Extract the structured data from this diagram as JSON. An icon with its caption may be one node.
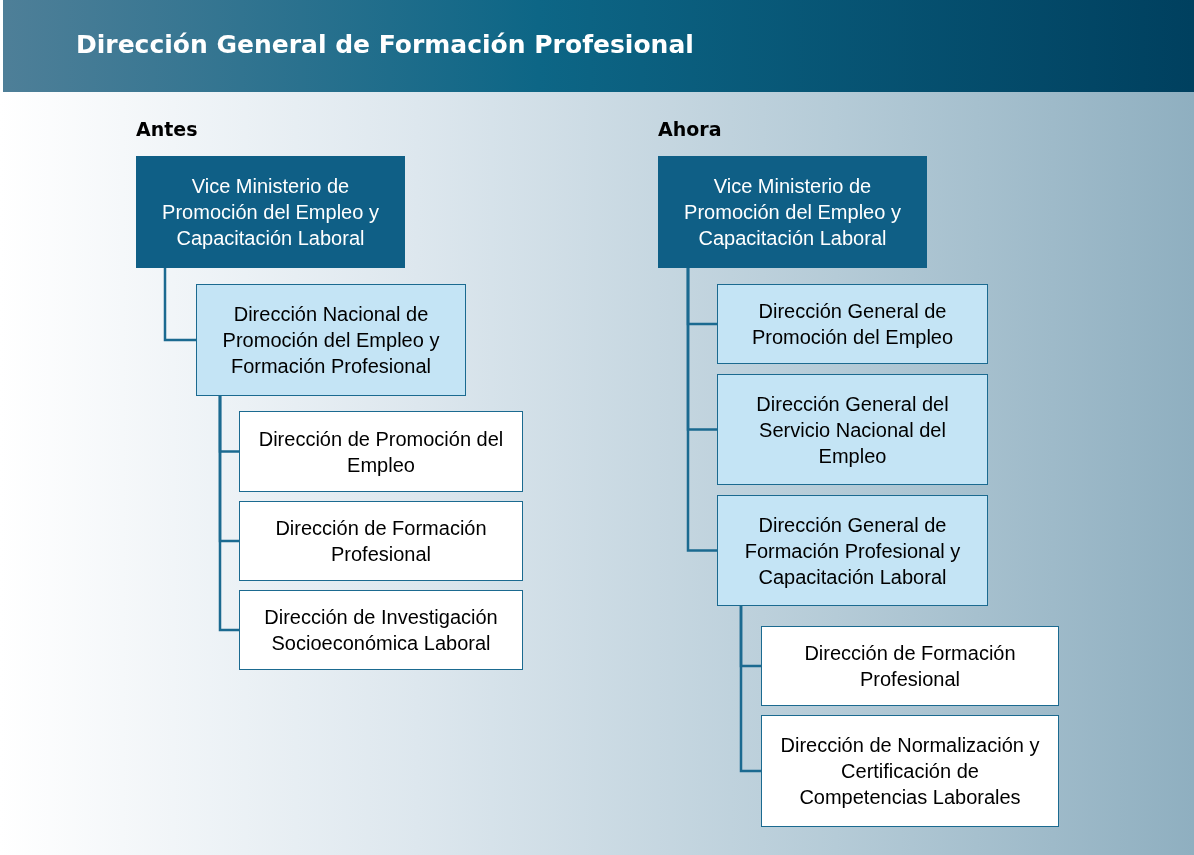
{
  "diagram": {
    "title": "Dirección General de Formación Profesional",
    "nodes": [
      {
        "text": [
          "Vice Ministerio de Promoción del Empleo y Capacitación Laboral"
        ]
      },
      {
        "text": [
          "Dirección Nacional de Promoción del Empleo y Formación Profesional"
        ]
      },
      {
        "text": [
          "Dirección de Promoción del Empleo"
        ]
      },
      {
        "text": [
          "Dirección de Formación Profesional"
        ]
      },
      {
        "text": [
          "Dirección de Investigación Socioeconómica Laboral"
        ]
      },
      {
        "text": [
          "Vice Ministerio de Promoción del Empleo y Capacitación Laboral"
        ]
      },
      {
        "text": [
          "Dirección General de Promoción del Empleo"
        ]
      },
      {
        "text": [
          "Dirección General del Servicio Nacional del Empleo"
        ]
      },
      {
        "text": [
          "Dirección General de Formación Profesional y Capacitación Laboral"
        ]
      },
      {
        "text": [
          "Dirección de Formación Profesional"
        ]
      },
      {
        "text": [
          "Dirección de Normalización y Certificación de Competencias Laborales"
        ]
      }
    ],
    "edges": [
      {
        "from": 0,
        "to": 1,
        "arrow": "none"
      },
      {
        "from": 1,
        "to": 2,
        "arrow": "none"
      },
      {
        "from": 1,
        "to": 3,
        "arrow": "none"
      },
      {
        "from": 1,
        "to": 4,
        "arrow": "none"
      },
      {
        "from": 5,
        "to": 6,
        "arrow": "none"
      },
      {
        "from": 5,
        "to": 7,
        "arrow": "none"
      },
      {
        "from": 5,
        "to": 8,
        "arrow": "none"
      },
      {
        "from": 8,
        "to": 9,
        "arrow": "none"
      },
      {
        "from": 8,
        "to": 10,
        "arrow": "none"
      }
    ],
    "labels": [
      "Antes",
      "Ahora"
    ]
  }
}
